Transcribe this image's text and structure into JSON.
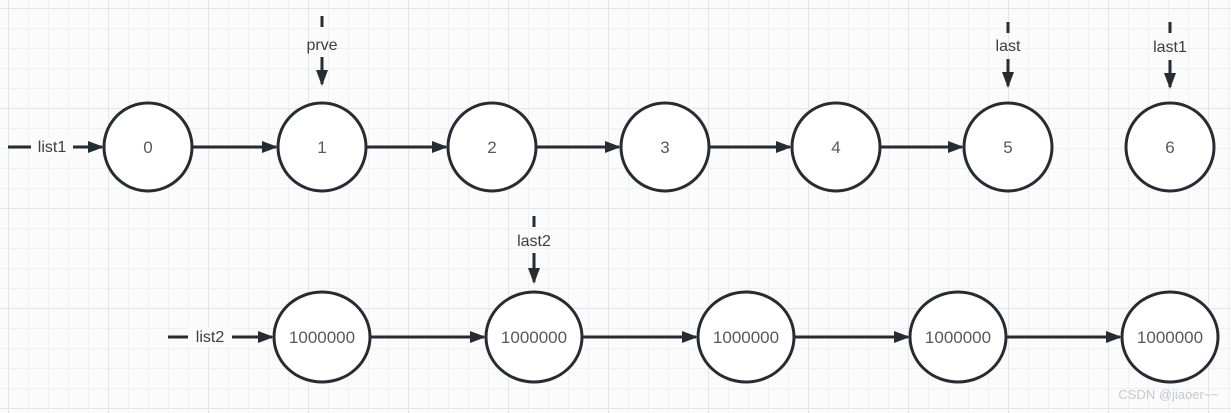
{
  "colors": {
    "stroke": "#262c34",
    "node_fill": "#ffffff",
    "node_text": "#595959",
    "label_text": "#3d3d3d",
    "watermark": "#c5c8ce",
    "canvas_bg": "#fbfbfb",
    "grid_minor": "#f0f0f0",
    "grid_major": "#e4e5e7"
  },
  "list1": {
    "entry_label": "list1",
    "nodes": [
      "0",
      "1",
      "2",
      "3",
      "4",
      "5",
      "6"
    ],
    "pointers": [
      {
        "label": "prve",
        "points_to_node_index": 1
      },
      {
        "label": "last",
        "points_to_node_index": 5
      },
      {
        "label": "last1",
        "points_to_node_index": 6
      }
    ],
    "note": "no arrow between node 5 and node 6"
  },
  "list2": {
    "entry_label": "list2",
    "nodes": [
      "1000000",
      "1000000",
      "1000000",
      "1000000",
      "1000000"
    ],
    "pointers": [
      {
        "label": "last2",
        "points_to_node_index": 1
      }
    ]
  },
  "watermark": "CSDN @jiaoer~~"
}
